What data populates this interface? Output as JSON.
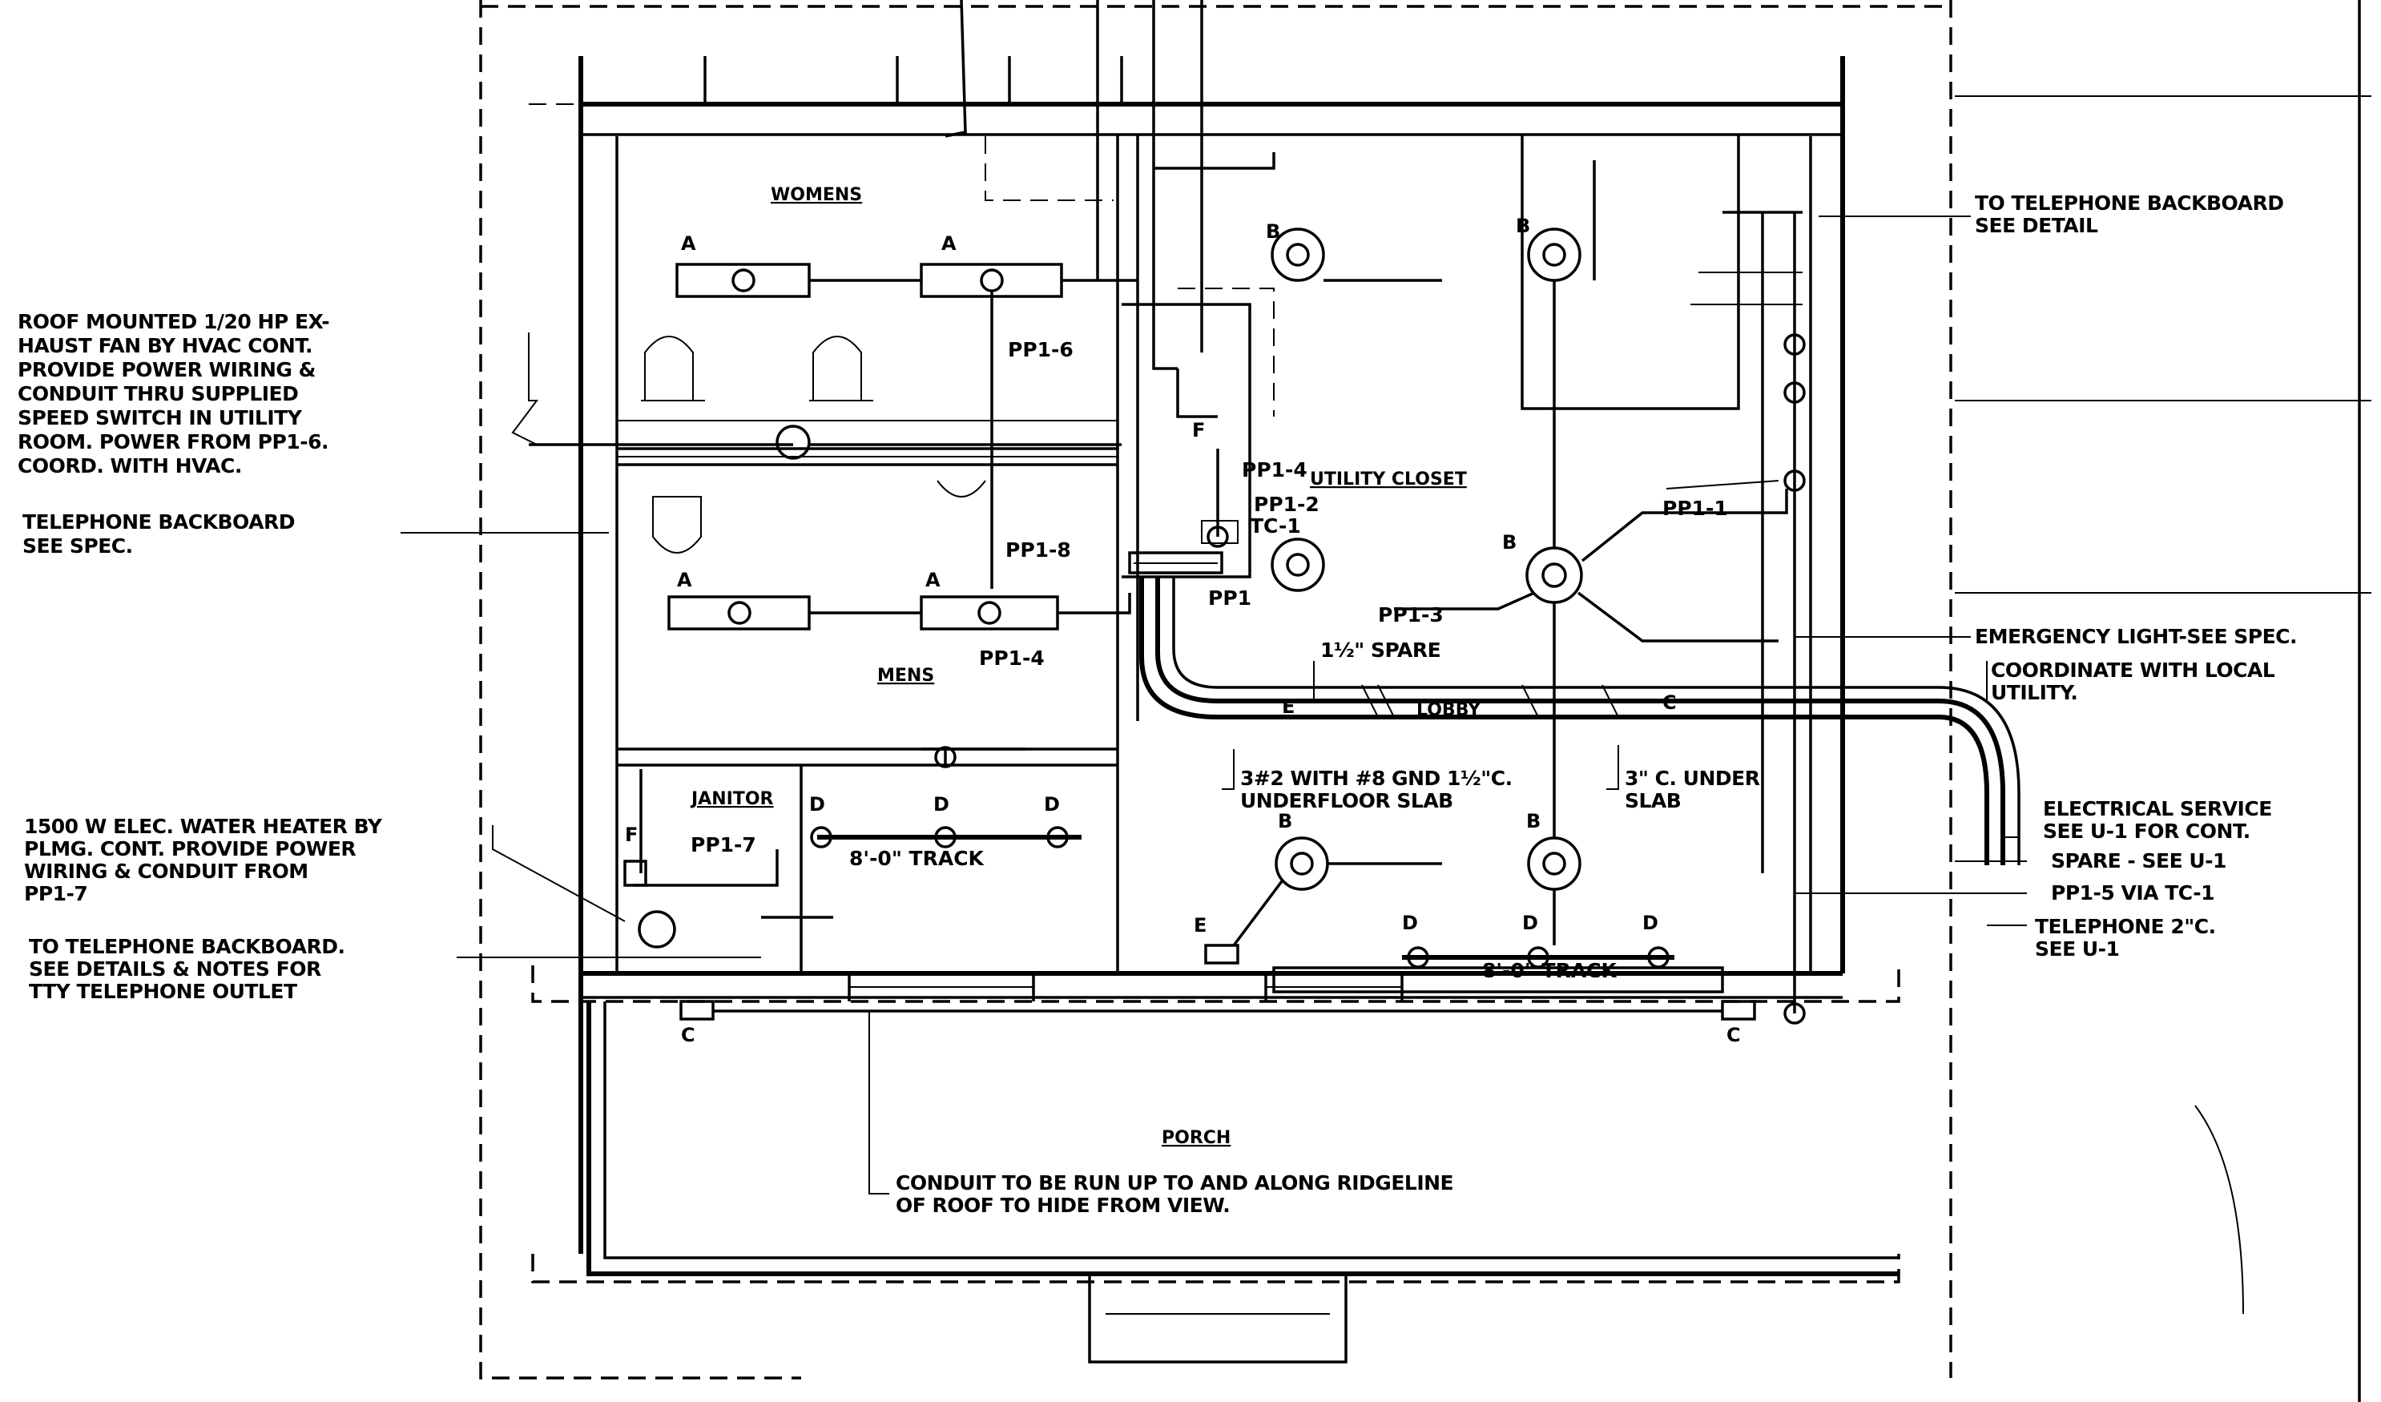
{
  "notes": {
    "exhaust_fan": [
      "ROOF MOUNTED 1/20 HP EX-",
      "HAUST FAN BY HVAC CONT.",
      "PROVIDE POWER WIRING &",
      "CONDUIT THRU SUPPLIED",
      "SPEED SWITCH IN UTILITY",
      "ROOM. POWER FROM PP1-6.",
      "COORD. WITH HVAC."
    ],
    "telephone_backboard_left": [
      "TELEPHONE BACKBOARD",
      "SEE SPEC."
    ],
    "water_heater": [
      "1500 W ELEC. WATER HEATER BY",
      "PLMG. CONT. PROVIDE POWER",
      "WIRING & CONDUIT FROM",
      "PP1-7"
    ],
    "tty_outlet": [
      "TO TELEPHONE BACKBOARD.",
      "SEE DETAILS & NOTES FOR",
      "TTY TELEPHONE OUTLET"
    ],
    "telephone_backboard_right": [
      "TO TELEPHONE BACKBOARD",
      "SEE DETAIL"
    ],
    "emergency_light": "EMERGENCY LIGHT-SEE SPEC.",
    "coordinate_utility": [
      "COORDINATE WITH LOCAL",
      "UTILITY."
    ],
    "electrical_service": [
      "ELECTRICAL SERVICE",
      "SEE U-1 FOR CONT."
    ],
    "spare_u1": "SPARE - SEE U-1",
    "pp15_via": "PP1-5 VIA TC-1",
    "telephone_conduit": [
      "TELEPHONE 2\"C.",
      "SEE U-1"
    ],
    "underfloor": [
      "3#2 WITH #8 GND 1½\"C.",
      "UNDERFLOOR SLAB"
    ],
    "under_slab": [
      "3\" C. UNDER",
      "SLAB"
    ],
    "spare_conduit": "1½\" SPARE",
    "porch_conduit": [
      "CONDUIT TO BE RUN UP TO AND ALONG RIDGELINE",
      "OF ROOF TO HIDE FROM VIEW."
    ]
  },
  "rooms": {
    "womens": "WOMENS",
    "mens": "MENS",
    "janitor": "JANITOR",
    "utility_closet": "UTILITY CLOSET",
    "lobby": "LOBBY",
    "porch": "PORCH"
  },
  "circuits": {
    "pp1_6": "PP1-6",
    "pp1_4_top": "PP1-4",
    "pp1_2": "PP1-2",
    "tc1": "TC-1",
    "pp1_8": "PP1-8",
    "pp1_label": "PP1",
    "pp1_4_bottom": "PP1-4",
    "pp1_3": "PP1-3",
    "pp1_1": "PP1-1",
    "pp1_7": "PP1-7"
  },
  "fixtures": {
    "A": "A",
    "B": "B",
    "C": "C",
    "D": "D",
    "E": "E",
    "F": "F",
    "b": "b",
    "c": "c"
  },
  "tracks": {
    "track_left": "8'-0\" TRACK",
    "track_right": "8'-0\" TRACK"
  }
}
